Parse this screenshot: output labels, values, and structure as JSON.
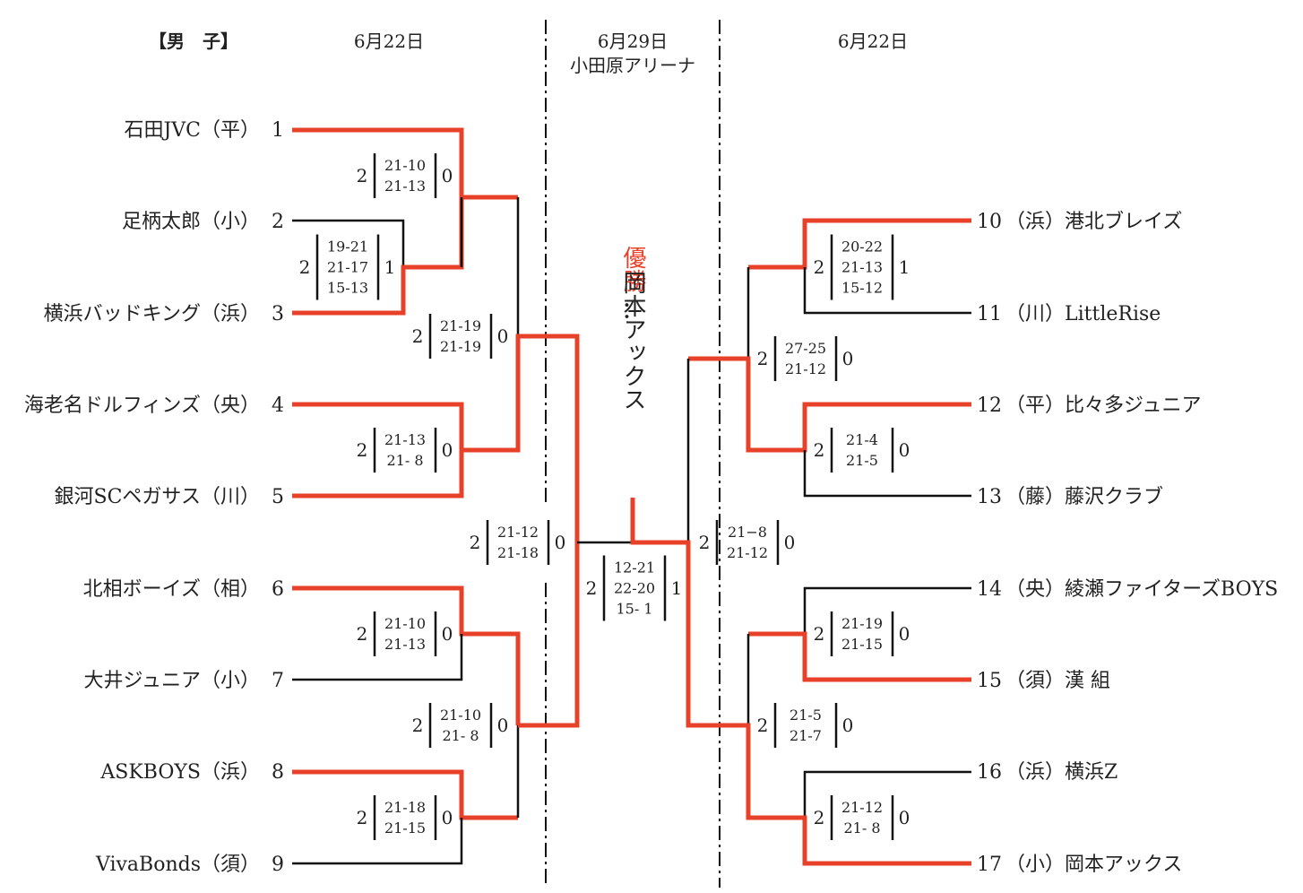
{
  "colors": {
    "winner": "#e8412a",
    "line": "#111111",
    "text": "#222222"
  },
  "headers": {
    "gender": "【男　子】",
    "left_date": "6月22日",
    "center_date": "6月29日",
    "center_venue": "小田原アリーナ",
    "right_date": "6月22日"
  },
  "champion": {
    "label": "優勝",
    "colon": "：",
    "name": "岡本アックス"
  },
  "left_teams": [
    {
      "seed": "1",
      "name": "石田JVC（平）"
    },
    {
      "seed": "2",
      "name": "足柄太郎（小）"
    },
    {
      "seed": "3",
      "name": "横浜バッドキング（浜）"
    },
    {
      "seed": "4",
      "name": "海老名ドルフィンズ（央）"
    },
    {
      "seed": "5",
      "name": "銀河SCペガサス（川）"
    },
    {
      "seed": "6",
      "name": "北相ボーイズ（相）"
    },
    {
      "seed": "7",
      "name": "大井ジュニア（小）"
    },
    {
      "seed": "8",
      "name": "ASKBOYS（浜）"
    },
    {
      "seed": "9",
      "name": "VivaBonds（須）"
    }
  ],
  "right_teams": [
    {
      "seed": "10",
      "name": "（浜）港北ブレイズ"
    },
    {
      "seed": "11",
      "name": "（川）LittleRise"
    },
    {
      "seed": "12",
      "name": "（平）比々多ジュニア"
    },
    {
      "seed": "13",
      "name": "（藤）藤沢クラブ"
    },
    {
      "seed": "14",
      "name": "（央）綾瀬ファイターズBOYS"
    },
    {
      "seed": "15",
      "name": "（須）漢 組"
    },
    {
      "seed": "16",
      "name": "（浜）横浜Z"
    },
    {
      "seed": "17",
      "name": "（小）岡本アックス"
    }
  ],
  "scores": [
    {
      "id": "L-2v3",
      "win": "2",
      "sets": [
        "19-21",
        "21-17",
        "15-13"
      ],
      "lose": "1"
    },
    {
      "id": "L-1v23",
      "win": "2",
      "sets": [
        "21-10",
        "21-13"
      ],
      "lose": "0"
    },
    {
      "id": "L-4v5",
      "win": "2",
      "sets": [
        "21-13",
        "21- 8"
      ],
      "lose": "0"
    },
    {
      "id": "L-6v7",
      "win": "2",
      "sets": [
        "21-10",
        "21-13"
      ],
      "lose": "0"
    },
    {
      "id": "L-8v9",
      "win": "2",
      "sets": [
        "21-18",
        "21-15"
      ],
      "lose": "0"
    },
    {
      "id": "L-semi-top",
      "win": "2",
      "sets": [
        "21-19",
        "21-19"
      ],
      "lose": "0"
    },
    {
      "id": "L-semi-bottom",
      "win": "2",
      "sets": [
        "21-10",
        "21- 8"
      ],
      "lose": "0"
    },
    {
      "id": "L-final",
      "win": "2",
      "sets": [
        "21-12",
        "21-18"
      ],
      "lose": "0"
    },
    {
      "id": "R-10v11",
      "win": "2",
      "sets": [
        "20-22",
        "21-13",
        "15-12"
      ],
      "lose": "1"
    },
    {
      "id": "R-12v13",
      "win": "2",
      "sets": [
        "21-4",
        "21-5"
      ],
      "lose": "0"
    },
    {
      "id": "R-14v15",
      "win": "2",
      "sets": [
        "21-19",
        "21-15"
      ],
      "lose": "0"
    },
    {
      "id": "R-16v17",
      "win": "2",
      "sets": [
        "21-12",
        "21- 8"
      ],
      "lose": "0"
    },
    {
      "id": "R-semi-top",
      "win": "2",
      "sets": [
        "27-25",
        "21-12"
      ],
      "lose": "0"
    },
    {
      "id": "R-semi-bottom",
      "win": "2",
      "sets": [
        "21-5",
        "21-7"
      ],
      "lose": "0"
    },
    {
      "id": "R-final",
      "win": "2",
      "sets": [
        "21−8",
        "21-12"
      ],
      "lose": "0"
    },
    {
      "id": "final",
      "win": "2",
      "sets": [
        "12-21",
        "22-20",
        "15- 1"
      ],
      "lose": "1"
    }
  ]
}
